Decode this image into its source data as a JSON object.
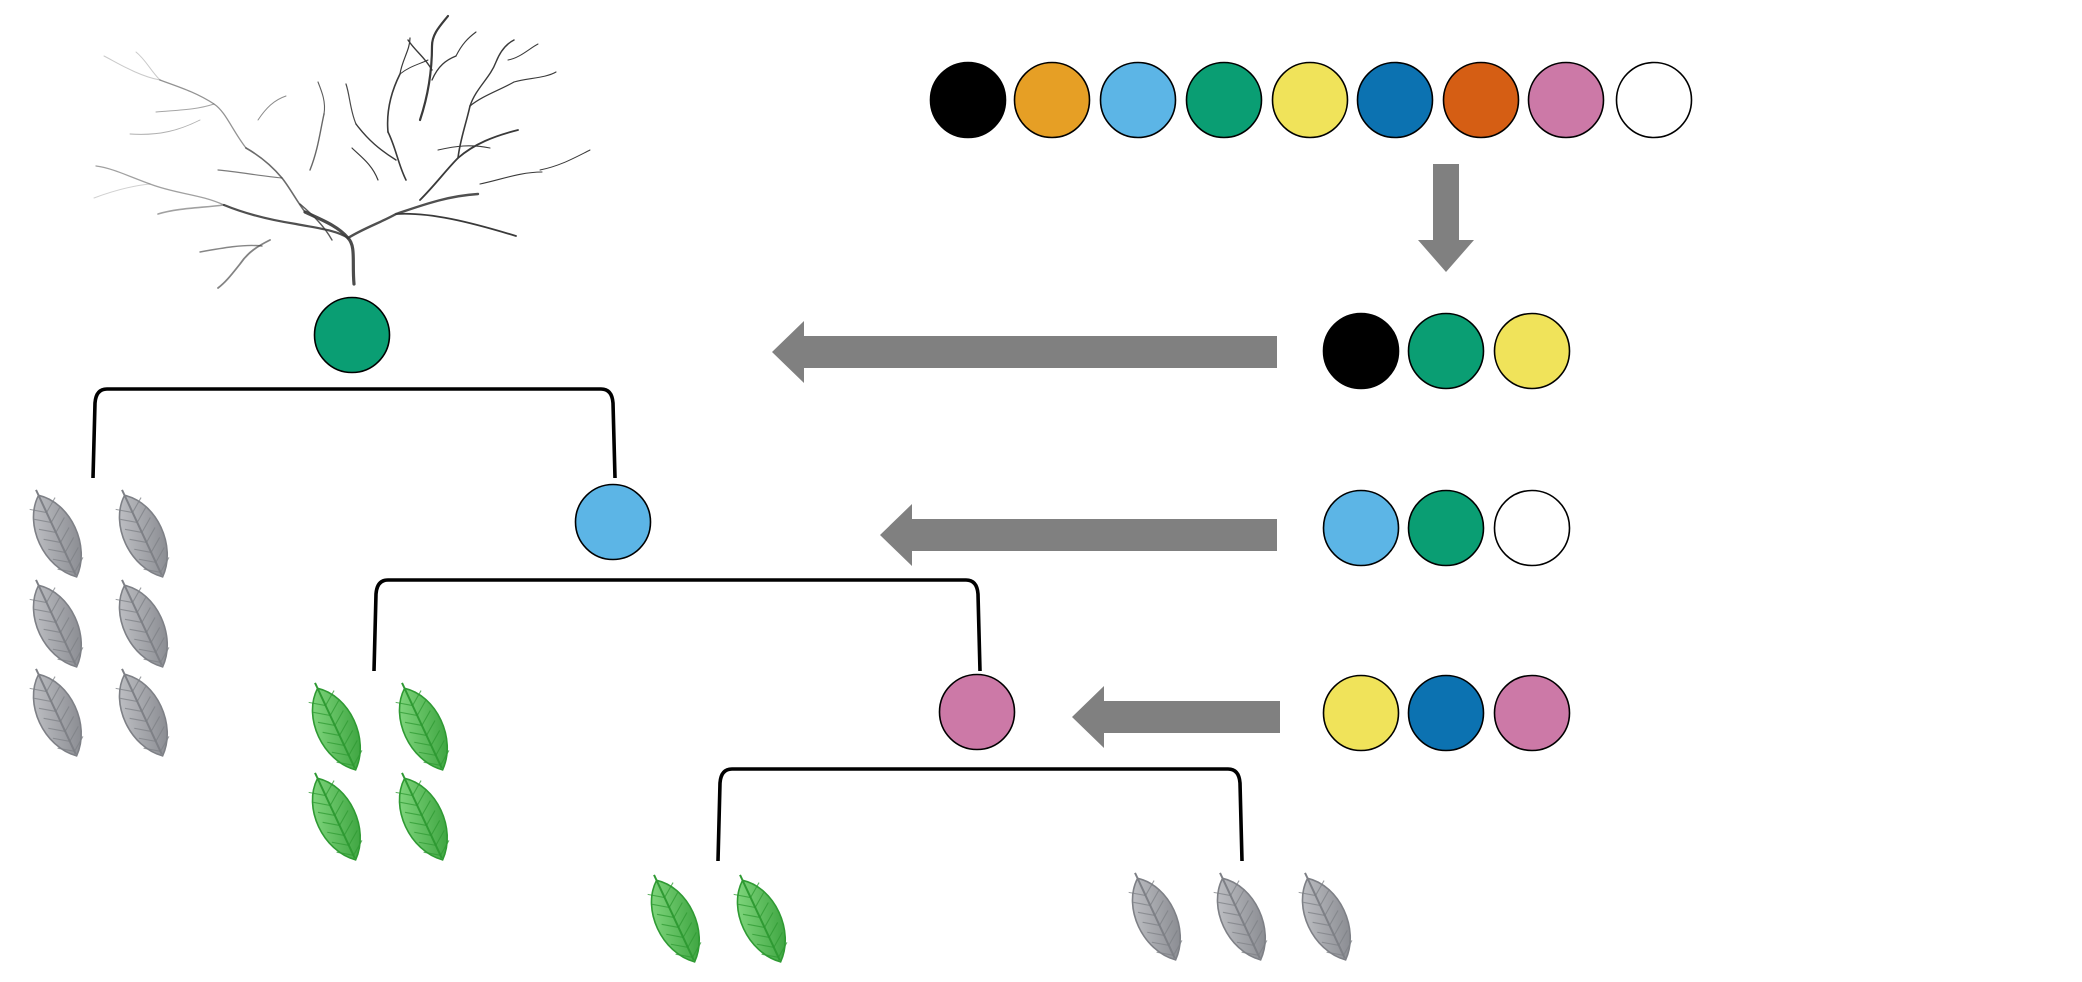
{
  "palette": {
    "black": "#000000",
    "orange": "#E69F25",
    "sky_blue": "#5CB5E6",
    "green": "#0A9E73",
    "yellow": "#F0E35A",
    "blue": "#0C72B1",
    "vermillion": "#D55E14",
    "pink": "#CC79A7",
    "white": "#FFFFFF"
  },
  "colors": {
    "arrow": "#808080",
    "bracket": "#000000",
    "leaf_gray": "#A7A9AE",
    "leaf_gray_dark": "#7E8086",
    "leaf_green": "#5ACB5A",
    "leaf_green_dark": "#2F9A33",
    "root": "#3A3A3A"
  },
  "full_palette": [
    "black",
    "orange",
    "sky_blue",
    "green",
    "yellow",
    "blue",
    "vermillion",
    "pink",
    "white"
  ],
  "selected_rows": [
    [
      "black",
      "green",
      "yellow"
    ],
    [
      "sky_blue",
      "green",
      "white"
    ],
    [
      "yellow",
      "blue",
      "pink"
    ]
  ],
  "tree": {
    "root_node": "green",
    "level_1": {
      "left_leaves": {
        "count": 6,
        "kind": "gray"
      },
      "right_node": "sky_blue"
    },
    "level_2": {
      "left_leaves": {
        "count": 4,
        "kind": "green"
      },
      "right_node": "pink"
    },
    "level_3": {
      "left_leaves": {
        "count": 2,
        "kind": "green"
      },
      "right_leaves": {
        "count": 3,
        "kind": "gray"
      }
    }
  },
  "icons": {
    "roots": "roots-icon",
    "leaf": "leaf-icon",
    "arrow": "arrow-icon"
  }
}
